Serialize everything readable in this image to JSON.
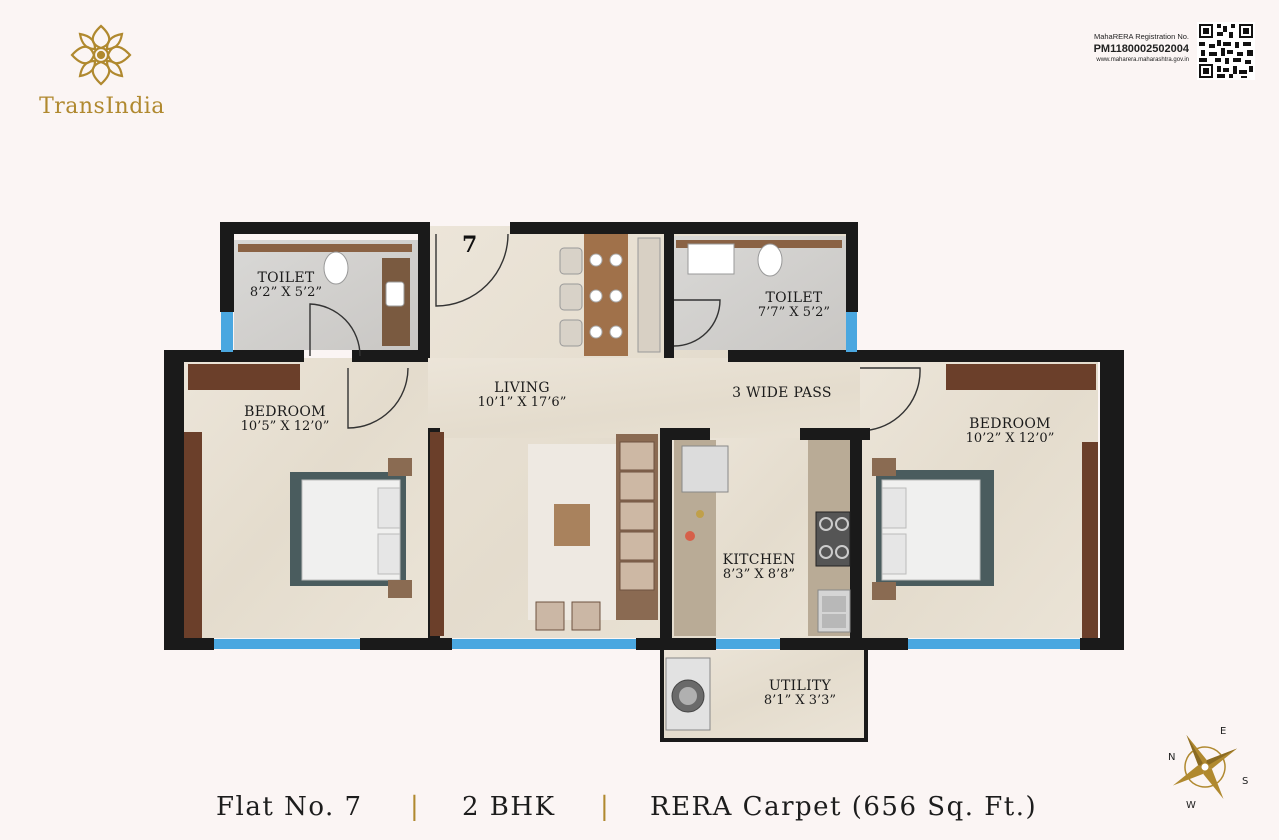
{
  "brand": {
    "name": "TransIndia"
  },
  "rera": {
    "label": "MahaRERA Registration No.",
    "number": "PM1180002502004",
    "url": "www.maharera.maharashtra.gov.in"
  },
  "flat_marker": "7",
  "rooms": {
    "toilet_left": {
      "name": "TOILET",
      "dim": "8’2” X 5’2”"
    },
    "toilet_right": {
      "name": "TOILET",
      "dim": "7’7” X 5’2”"
    },
    "living": {
      "name": "LIVING",
      "dim": "10’1” X 17’6”"
    },
    "pass": {
      "name": "3 WIDE PASS"
    },
    "bedroom_left": {
      "name": "BEDROOM",
      "dim": "10’5” X 12’0”"
    },
    "bedroom_right": {
      "name": "BEDROOM",
      "dim": "10’2” X 12’0”"
    },
    "kitchen": {
      "name": "KITCHEN",
      "dim": "8’3” X 8’8”"
    },
    "utility": {
      "name": "UTILITY",
      "dim": "8’1” X 3’3”"
    }
  },
  "compass": {
    "n": "N",
    "e": "E",
    "s": "S",
    "w": "W"
  },
  "footer": {
    "flat": "Flat No. 7",
    "type": "2 BHK",
    "carpet": "RERA Carpet (656 Sq. Ft.)",
    "separator": "|"
  }
}
